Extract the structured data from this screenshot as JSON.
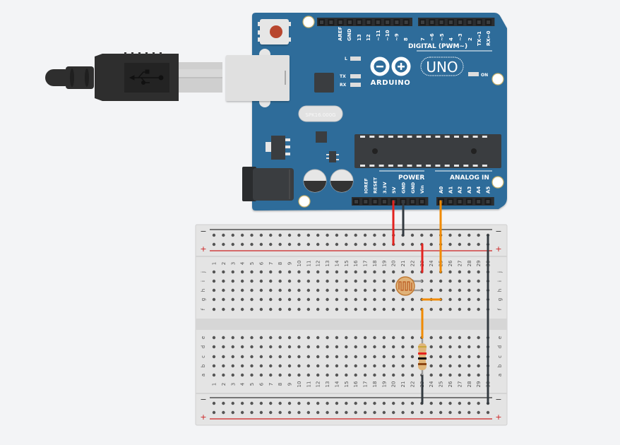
{
  "arduino": {
    "model": "UNO",
    "brand": "ARDUINO",
    "board_color": "#2f6c9a",
    "crystal_label": "SPK16.000G",
    "digital_header_label": "DIGITAL (PWM~)",
    "power_header_label": "POWER",
    "analog_header_label": "ANALOG IN",
    "led_labels": {
      "l": "L",
      "tx": "TX",
      "rx": "RX",
      "on": "ON"
    },
    "digital_pins": [
      "AREF",
      "GND",
      "13",
      "12",
      "~11",
      "~10",
      "~9",
      "8",
      "7",
      "~6",
      "~5",
      "4",
      "~3",
      "2",
      "TX→1",
      "RX←0"
    ],
    "power_pins": [
      "IOREF",
      "RESET",
      "3.3V",
      "5V",
      "GND",
      "GND",
      "Vin"
    ],
    "analog_pins": [
      "A0",
      "A1",
      "A2",
      "A3",
      "A4",
      "A5"
    ]
  },
  "breadboard": {
    "columns": 30,
    "top_rows": [
      "j",
      "i",
      "h",
      "g",
      "f"
    ],
    "bottom_rows": [
      "e",
      "d",
      "c",
      "b",
      "a"
    ],
    "rail_minus": "−",
    "rail_plus": "+",
    "rail_minus_color": "#333333",
    "rail_plus_color": "#cc2222"
  },
  "components": {
    "photoresistor": {
      "name": "Photoresistor (LDR)",
      "column": 22,
      "rows": [
        "i",
        "h"
      ]
    },
    "resistor": {
      "name": "Resistor",
      "column": 23,
      "rows": [
        "d",
        "b"
      ],
      "bands": [
        "#c9a73a",
        "#e3231f",
        "#111111",
        "#8b4513"
      ]
    }
  },
  "wires": [
    {
      "id": "wire-5v",
      "from": "5V",
      "to": "top rail +",
      "color": "#e3231f"
    },
    {
      "id": "wire-gnd",
      "from": "GND",
      "to": "top rail −",
      "color": "#333a40"
    },
    {
      "id": "wire-a0",
      "from": "A0",
      "to": "j25",
      "color": "#f08a00"
    },
    {
      "id": "wire-rail-23",
      "from": "top rail +",
      "to": "j23",
      "color": "#e3231f"
    },
    {
      "id": "wire-bridge",
      "from": "g23",
      "to": "g25",
      "color": "#f08a00"
    },
    {
      "id": "wire-23-down",
      "from": "f23",
      "to": "e23",
      "color": "#f08a00"
    },
    {
      "id": "wire-gnd-23",
      "from": "a23",
      "to": "bottom rail −",
      "color": "#333a40"
    },
    {
      "id": "wire-gnd-30",
      "from": "top rail −",
      "to": "bottom rail −",
      "color": "#333a40"
    }
  ]
}
